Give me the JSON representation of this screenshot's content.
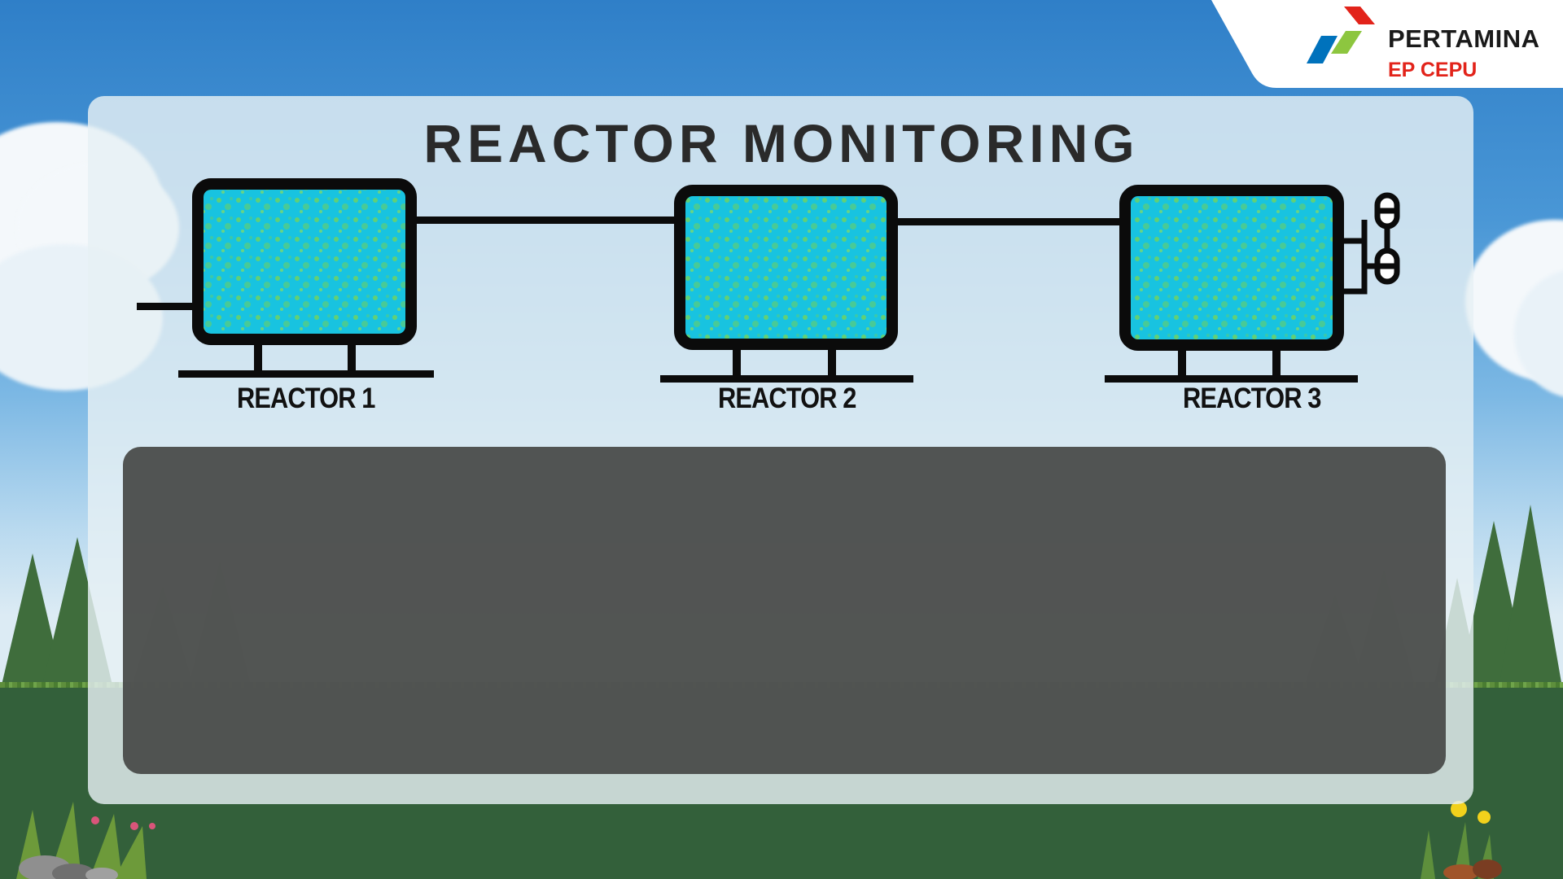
{
  "brand": {
    "name": "PERTAMINA",
    "subtitle": "EP CEPU",
    "colors": {
      "red": "#e2231a",
      "green": "#8dc63f",
      "blue": "#0072bc"
    }
  },
  "page": {
    "title": "REACTOR MONITORING"
  },
  "reactors": [
    {
      "label": "REACTOR 1"
    },
    {
      "label": "REACTOR 2"
    },
    {
      "label": "REACTOR 3"
    }
  ],
  "colors": {
    "reactor_fill": "#18c3e0",
    "reactor_texture": "#7fd64a",
    "outline": "#0b0b0b",
    "data_box": "#484a48"
  }
}
